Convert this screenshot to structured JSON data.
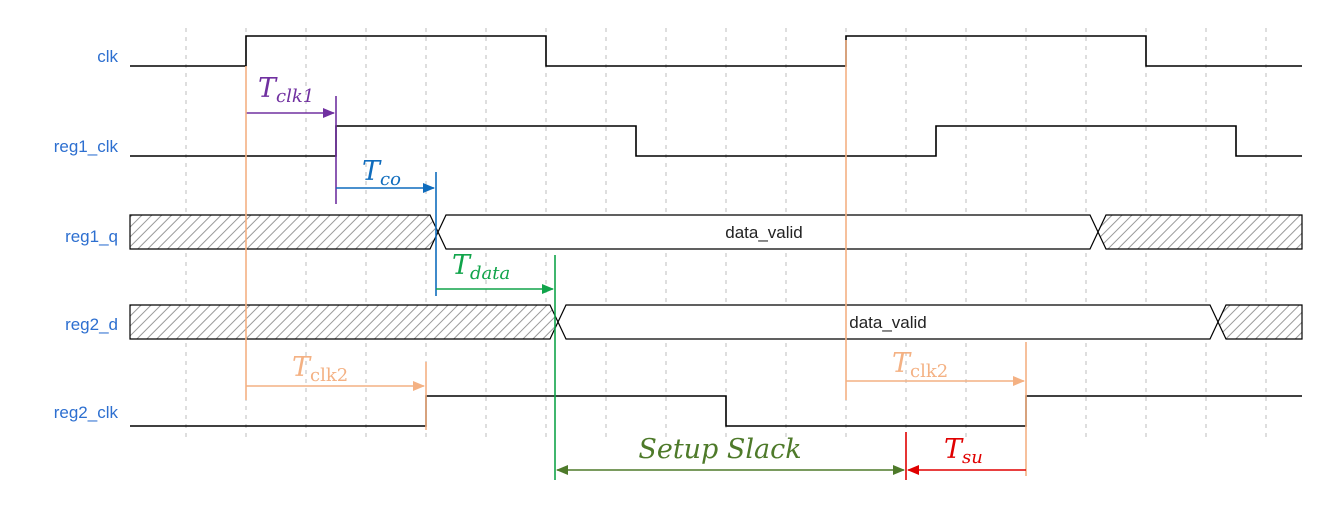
{
  "signals": [
    {
      "name": "clk",
      "label": "clk"
    },
    {
      "name": "reg1-clk",
      "label": "reg1_clk"
    },
    {
      "name": "reg1-q",
      "label": "reg1_q"
    },
    {
      "name": "reg2-d",
      "label": "reg2_d"
    },
    {
      "name": "reg2-clk",
      "label": "reg2_clk"
    }
  ],
  "bus_values": {
    "reg1_q": "data_valid",
    "reg2_d": "data_valid"
  },
  "annotations": {
    "tclk1": {
      "main": "T",
      "sub": "clk1"
    },
    "tco": {
      "main": "T",
      "sub": "co"
    },
    "tdata": {
      "main": "T",
      "sub": "data"
    },
    "tclk2_left": {
      "main": "T",
      "sub": "clk2"
    },
    "tclk2_right": {
      "main": "T",
      "sub": "clk2"
    },
    "setup_slack": "Setup Slack",
    "tsu": {
      "main": "T",
      "sub": "su"
    }
  },
  "colors": {
    "label_blue": "#2d6fd0",
    "clk1_purple": "#7030a0",
    "co_blue": "#0f6cbd",
    "data_green": "#10a44a",
    "clk2_orange": "#f4b183",
    "slack_green": "#4e7a2a",
    "su_red": "#e00000"
  }
}
